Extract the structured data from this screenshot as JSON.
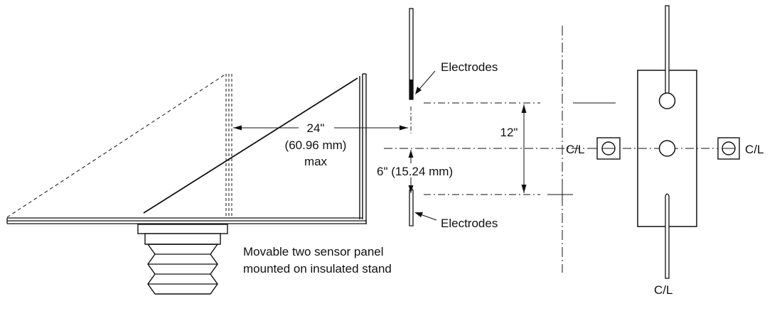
{
  "labels": {
    "electrodes_top": "Electrodes",
    "electrodes_bottom": "Electrodes",
    "distance_24": "24\"",
    "distance_24_mm": "(60.96 mm)",
    "distance_max": "max",
    "gap_12": "12\"",
    "gap_6": "6\" (15.24 mm)",
    "centerline_left": "C/L",
    "centerline_right": "C/L",
    "centerline_bottom": "C/L",
    "panel_caption_line1": "Movable two sensor panel",
    "panel_caption_line2": "mounted on insulated stand"
  }
}
